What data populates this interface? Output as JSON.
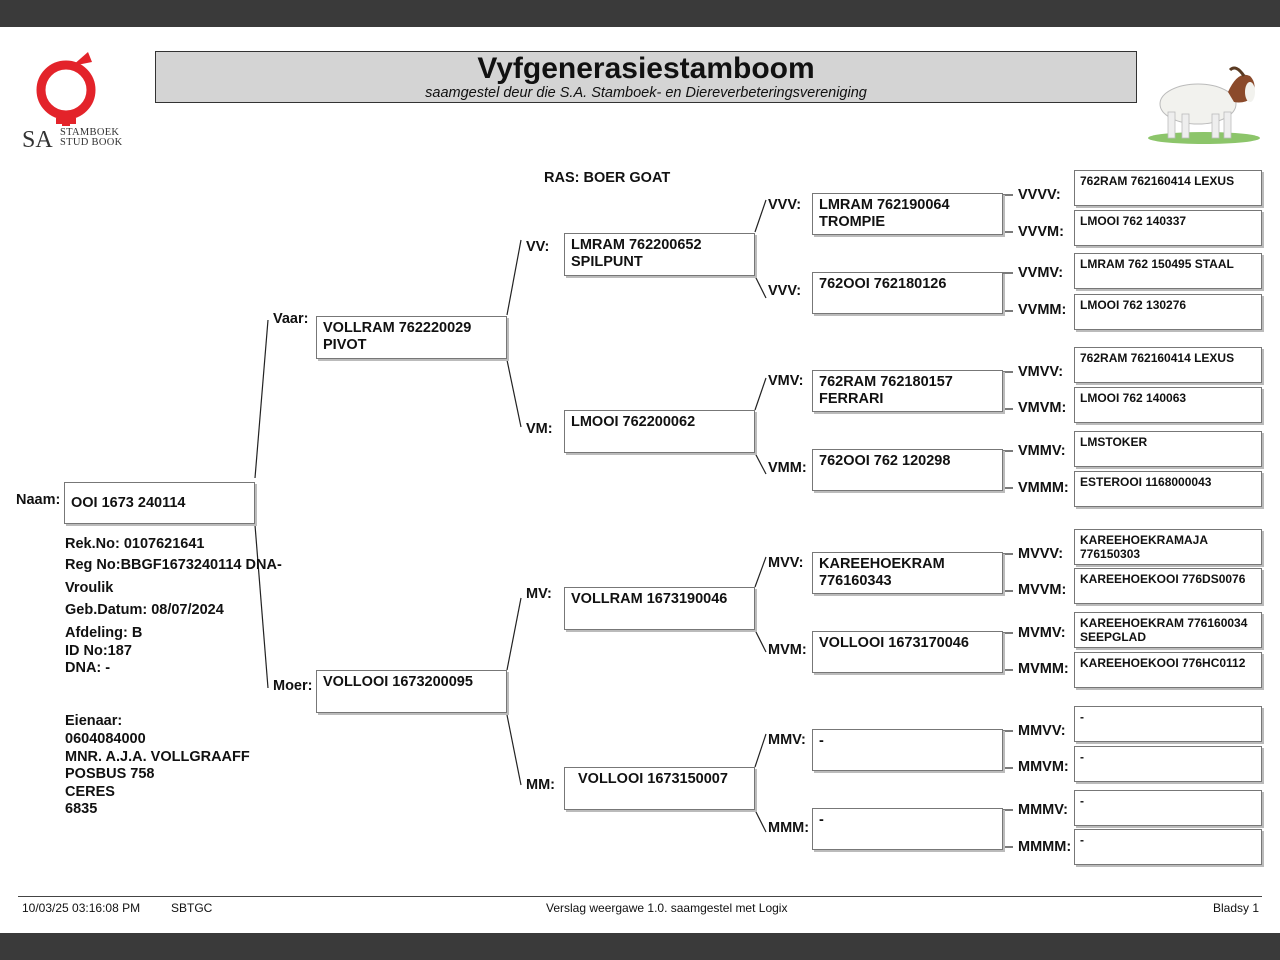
{
  "header": {
    "title": "Vyfgenerasiestamboom",
    "subtitle": "saamgestel deur die S.A. Stamboek- en Diereverbeteringsvereniging",
    "logo_text": "SA",
    "logo_sub1": "STAMBOEK",
    "logo_sub2": "STUD BOOK"
  },
  "ras": "RAS: BOER GOAT",
  "animal": {
    "label": "Naam:",
    "name": "OOI 1673 240114",
    "rek_no": "Rek.No: 0107621641",
    "reg_no": "Reg No:BBGF1673240114 DNA-",
    "sex": "Vroulik",
    "birth": "Geb.Datum: 08/07/2024",
    "afdeling": "Afdeling: B",
    "id_no": "ID No:187",
    "dna": "DNA: -"
  },
  "owner": {
    "label": "Eienaar:",
    "number": "0604084000",
    "name": "MNR. A.J.A. VOLLGRAAFF",
    "address1": "POSBUS 758",
    "address2": "CERES",
    "code": "6835"
  },
  "gen1": [
    {
      "label": "Vaar:",
      "line1": "VOLLRAM 762220029",
      "line2": "PIVOT"
    },
    {
      "label": "Moer:",
      "line1": "VOLLOOI 1673200095",
      "line2": ""
    }
  ],
  "gen2": [
    {
      "label": "VV:",
      "line1": "LMRAM 762200652",
      "line2": "SPILPUNT"
    },
    {
      "label": "VM:",
      "line1": "LMOOI 762200062",
      "line2": ""
    },
    {
      "label": "MV:",
      "line1": "VOLLRAM 1673190046",
      "line2": ""
    },
    {
      "label": "MM:",
      "line1": "VOLLOOI 1673150007",
      "line2": ""
    }
  ],
  "gen3": [
    {
      "label": "VVV:",
      "line1": "LMRAM 762190064",
      "line2": "TROMPIE"
    },
    {
      "label": "VVV:",
      "line1": "762OOI 762180126",
      "line2": ""
    },
    {
      "label": "VMV:",
      "line1": "762RAM 762180157",
      "line2": "FERRARI"
    },
    {
      "label": "VMM:",
      "line1": "762OOI 762 120298",
      "line2": ""
    },
    {
      "label": "MVV:",
      "line1": "KAREEHOEKRAM",
      "line2": "776160343"
    },
    {
      "label": "MVM:",
      "line1": "VOLLOOI 1673170046",
      "line2": ""
    },
    {
      "label": "MMV:",
      "line1": "-",
      "line2": ""
    },
    {
      "label": "MMM:",
      "line1": "-",
      "line2": ""
    }
  ],
  "gen4": [
    {
      "label": "VVVV:",
      "line1": "762RAM 762160414 LEXUS",
      "line2": ""
    },
    {
      "label": "VVVM:",
      "line1": "LMOOI 762 140337",
      "line2": ""
    },
    {
      "label": "VVMV:",
      "line1": "LMRAM 762 150495 STAAL",
      "line2": ""
    },
    {
      "label": "VVMM:",
      "line1": "LMOOI 762 130276",
      "line2": ""
    },
    {
      "label": "VMVV:",
      "line1": "762RAM 762160414 LEXUS",
      "line2": ""
    },
    {
      "label": "VMVM:",
      "line1": "LMOOI 762 140063",
      "line2": ""
    },
    {
      "label": "VMMV:",
      "line1": "LMSTOKER",
      "line2": ""
    },
    {
      "label": "VMMM:",
      "line1": "ESTEROOI 1168000043",
      "line2": ""
    },
    {
      "label": "MVVV:",
      "line1": "KAREEHOEKRAMAJA",
      "line2": "776150303"
    },
    {
      "label": "MVVM:",
      "line1": "KAREEHOEKOOI 776DS0076",
      "line2": ""
    },
    {
      "label": "MVMV:",
      "line1": "KAREEHOEKRAM 776160034",
      "line2": "SEEPGLAD"
    },
    {
      "label": "MVMM:",
      "line1": "KAREEHOEKOOI 776HC0112",
      "line2": ""
    },
    {
      "label": "MMVV:",
      "line1": "-",
      "line2": ""
    },
    {
      "label": "MMVM:",
      "line1": "-",
      "line2": ""
    },
    {
      "label": "MMMV:",
      "line1": "-",
      "line2": ""
    },
    {
      "label": "MMMM:",
      "line1": "-",
      "line2": ""
    }
  ],
  "footer": {
    "datetime": "10/03/25 03:16:08 PM",
    "code": "SBTGC",
    "version": "Verslag weergawe 1.0. saamgestel met Logix",
    "page": "Bladsy 1"
  },
  "colors": {
    "logo_red": "#e3232a",
    "title_bg": "#d4d4d4",
    "frame": "#3a3a3a"
  }
}
